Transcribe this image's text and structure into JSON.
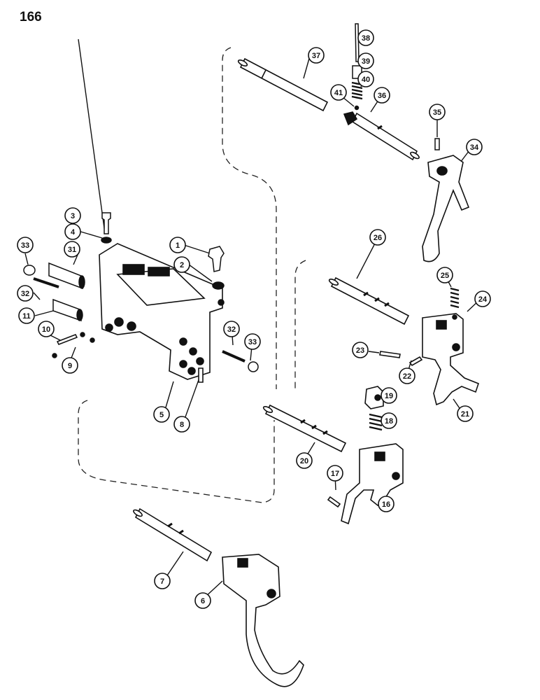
{
  "page": {
    "number": "166"
  },
  "callouts": [
    {
      "id": "c1",
      "label": "1"
    },
    {
      "id": "c2",
      "label": "2"
    },
    {
      "id": "c3",
      "label": "3"
    },
    {
      "id": "c4",
      "label": "4"
    },
    {
      "id": "c5",
      "label": "5"
    },
    {
      "id": "c6",
      "label": "6"
    },
    {
      "id": "c7",
      "label": "7"
    },
    {
      "id": "c8",
      "label": "8"
    },
    {
      "id": "c9",
      "label": "9"
    },
    {
      "id": "c10",
      "label": "10"
    },
    {
      "id": "c11",
      "label": "11"
    },
    {
      "id": "c16",
      "label": "16"
    },
    {
      "id": "c17",
      "label": "17"
    },
    {
      "id": "c18",
      "label": "18"
    },
    {
      "id": "c19",
      "label": "19"
    },
    {
      "id": "c20",
      "label": "20"
    },
    {
      "id": "c21",
      "label": "21"
    },
    {
      "id": "c22",
      "label": "22"
    },
    {
      "id": "c23",
      "label": "23"
    },
    {
      "id": "c24",
      "label": "24"
    },
    {
      "id": "c25",
      "label": "25"
    },
    {
      "id": "c26",
      "label": "26"
    },
    {
      "id": "c31",
      "label": "31"
    },
    {
      "id": "c32a",
      "label": "32"
    },
    {
      "id": "c32b",
      "label": "32"
    },
    {
      "id": "c33a",
      "label": "33"
    },
    {
      "id": "c33b",
      "label": "33"
    },
    {
      "id": "c34",
      "label": "34"
    },
    {
      "id": "c35",
      "label": "35"
    },
    {
      "id": "c36",
      "label": "36"
    },
    {
      "id": "c37",
      "label": "37"
    },
    {
      "id": "c38",
      "label": "38"
    },
    {
      "id": "c39",
      "label": "39"
    },
    {
      "id": "c40",
      "label": "40"
    },
    {
      "id": "c41",
      "label": "41"
    }
  ]
}
